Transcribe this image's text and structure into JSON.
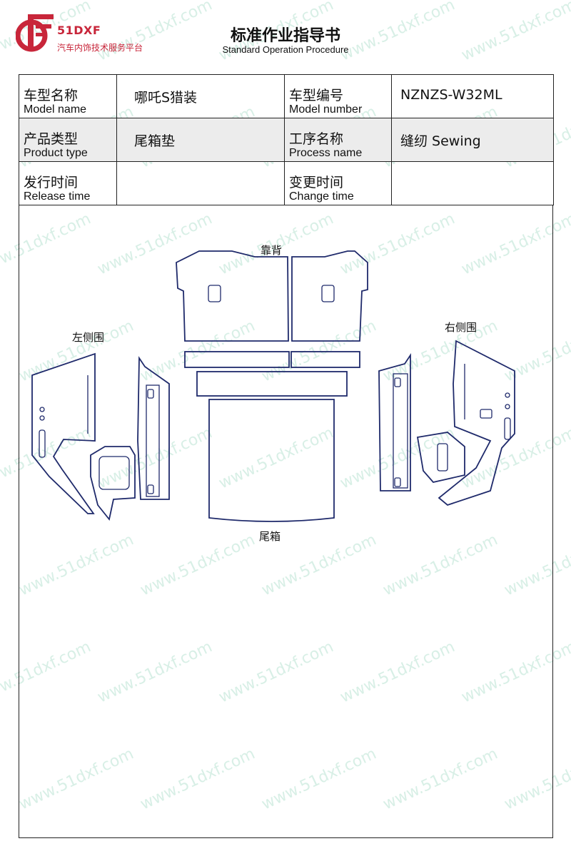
{
  "header": {
    "brand_name": "51DXF",
    "brand_sub": "汽车内饰技术服务平台",
    "title": "标准作业指导书",
    "subtitle": "Standard Operation Procedure",
    "brand_color": "#c8263a"
  },
  "info": {
    "model_name": {
      "zh": "车型名称",
      "en": "Model name",
      "value": "哪吒S猎装"
    },
    "model_number": {
      "zh": "车型编号",
      "en": "Model number",
      "value": "NZNZS-W32ML"
    },
    "product_type": {
      "zh": "产品类型",
      "en": "Product type",
      "value": "尾箱垫"
    },
    "process_name": {
      "zh": "工序名称",
      "en": "Process name",
      "value": "缝纫 Sewing"
    },
    "release_time": {
      "zh": "发行时间",
      "en": "Release time",
      "value": ""
    },
    "change_time": {
      "zh": "变更时间",
      "en": "Change time",
      "value": ""
    }
  },
  "drawing": {
    "labels": {
      "backrest": "靠背",
      "left_side": "左侧围",
      "right_side": "右侧围",
      "trunk": "尾箱"
    },
    "line_color": "#1f2a6b"
  },
  "watermark": "www.51dxf.com"
}
